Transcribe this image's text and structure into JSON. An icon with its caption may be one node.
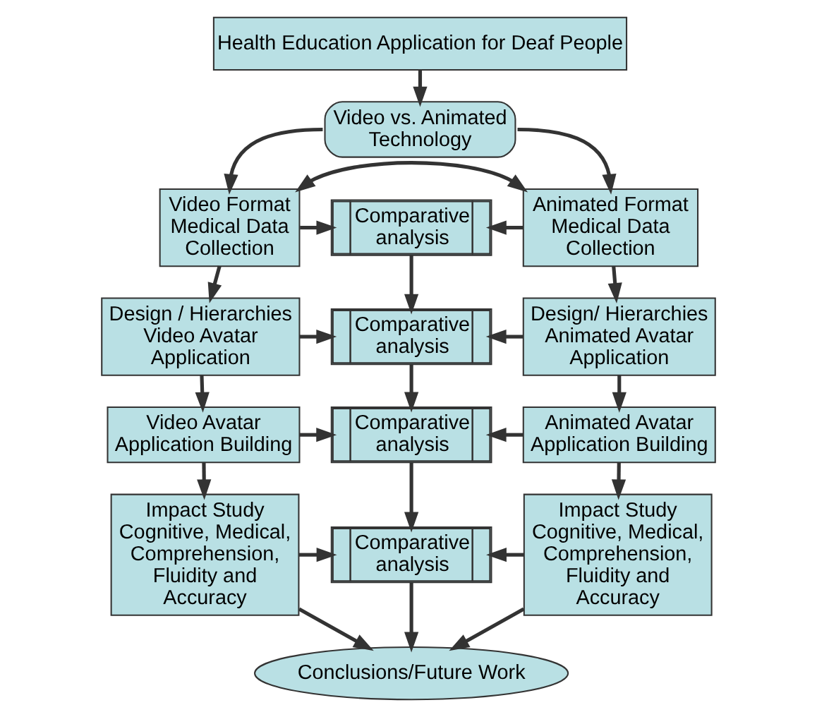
{
  "diagram": {
    "nodes": [
      {
        "text": [
          "Health Education Application for Deaf People"
        ]
      },
      {
        "text": [
          "Video vs. Animated Technology"
        ]
      },
      {
        "text": [
          "Video Format Medical Data Collection"
        ]
      },
      {
        "text": [
          "Comparative analysis"
        ]
      },
      {
        "text": [
          "Animated Format Medical Data Collection"
        ]
      },
      {
        "text": [
          "Design / Hierarchies Video Avatar Application"
        ]
      },
      {
        "text": [
          "Comparative analysis"
        ]
      },
      {
        "text": [
          "Design/ Hierarchies Animated Avatar Application"
        ]
      },
      {
        "text": [
          "Video Avatar Application Building"
        ]
      },
      {
        "text": [
          "Comparative analysis"
        ]
      },
      {
        "text": [
          "Animated Avatar Application Building"
        ]
      },
      {
        "text": [
          "Impact Study Cognitive, Medical, Comprehension, Fluidity and Accuracy"
        ]
      },
      {
        "text": [
          "Comparative analysis"
        ]
      },
      {
        "text": [
          "Impact Study Cognitive, Medical, Comprehension, Fluidity and Accuracy"
        ]
      },
      {
        "text": [
          "Conclusions/Future Work"
        ]
      }
    ],
    "edges": [
      {
        "from": 0,
        "to": 1,
        "arrow": "to"
      },
      {
        "from": 1,
        "to": 2,
        "arrow": "to"
      },
      {
        "from": 1,
        "to": 4,
        "arrow": "to"
      },
      {
        "from": 2,
        "to": 4,
        "arrow": "both"
      },
      {
        "from": 2,
        "to": 3,
        "arrow": "to"
      },
      {
        "from": 4,
        "to": 3,
        "arrow": "to"
      },
      {
        "from": 2,
        "to": 5,
        "arrow": "to"
      },
      {
        "from": 4,
        "to": 7,
        "arrow": "to"
      },
      {
        "from": 3,
        "to": 6,
        "arrow": "to"
      },
      {
        "from": 5,
        "to": 6,
        "arrow": "to"
      },
      {
        "from": 7,
        "to": 6,
        "arrow": "to"
      },
      {
        "from": 5,
        "to": 8,
        "arrow": "to"
      },
      {
        "from": 7,
        "to": 10,
        "arrow": "to"
      },
      {
        "from": 6,
        "to": 9,
        "arrow": "to"
      },
      {
        "from": 8,
        "to": 9,
        "arrow": "to"
      },
      {
        "from": 10,
        "to": 9,
        "arrow": "to"
      },
      {
        "from": 8,
        "to": 11,
        "arrow": "to"
      },
      {
        "from": 10,
        "to": 13,
        "arrow": "to"
      },
      {
        "from": 9,
        "to": 12,
        "arrow": "to"
      },
      {
        "from": 11,
        "to": 12,
        "arrow": "to"
      },
      {
        "from": 13,
        "to": 12,
        "arrow": "to"
      },
      {
        "from": 12,
        "to": 14,
        "arrow": "to"
      },
      {
        "from": 11,
        "to": 14,
        "arrow": "to"
      },
      {
        "from": 13,
        "to": 14,
        "arrow": "to"
      }
    ]
  }
}
